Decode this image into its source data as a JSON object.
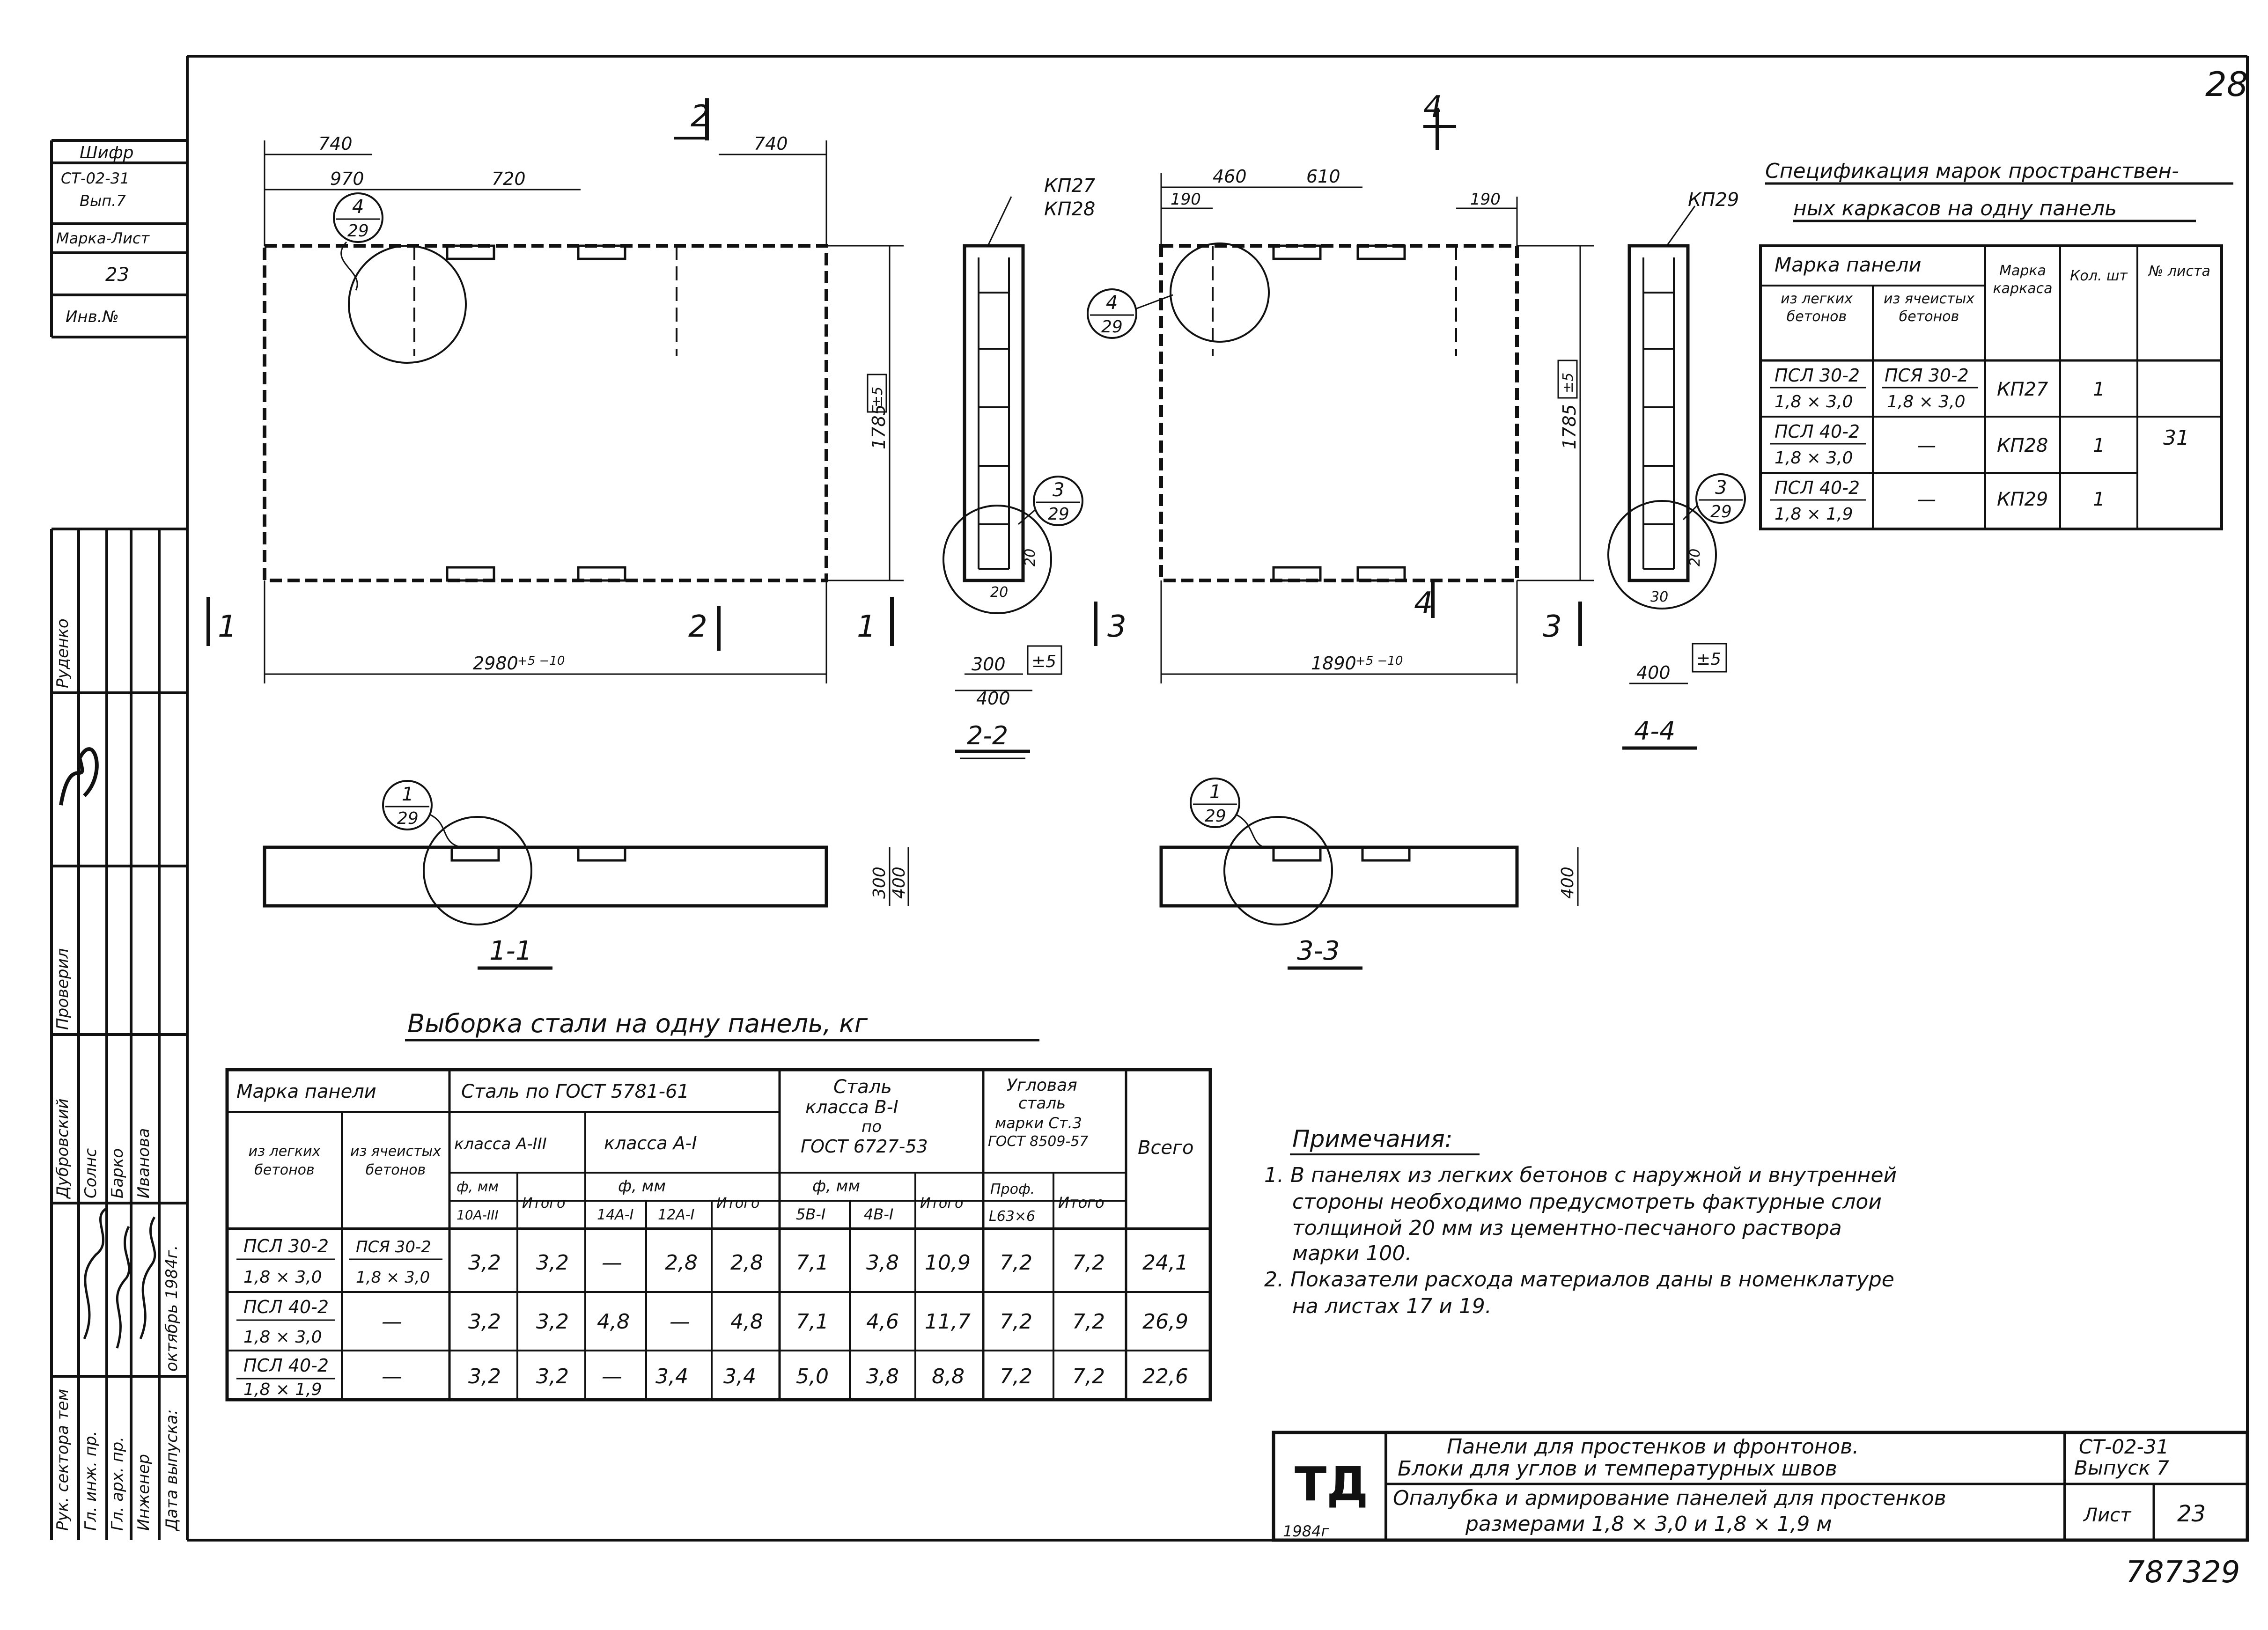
{
  "sheet_no": "28",
  "stamp_no": "787329",
  "side_stamp": {
    "cipher": "Шифр",
    "series": "СТ-02-31",
    "issue": "Вып.7",
    "mark_sheet": "Марка-Лист",
    "sheet": "23",
    "inv": "Инв.№"
  },
  "views": {
    "v1": {
      "d740a": "740",
      "d740b": "740",
      "d970": "970",
      "d720": "720",
      "h1785": "1785",
      "tol5": "±5",
      "w2980": "2980",
      "tol_w": "+5 −10"
    },
    "v3": {
      "d460": "460",
      "d610": "610",
      "d190a": "190",
      "d190b": "190",
      "h1785": "1785",
      "tol5": "±5",
      "w1890": "1890",
      "tol_w": "+5 −10"
    },
    "s22": {
      "kp27": "КП27",
      "kp28": "КП28",
      "w300": "300",
      "w400": "400",
      "tol5": "±5",
      "d20a": "20",
      "d20b": "20",
      "label": "2-2"
    },
    "s44": {
      "kp29": "КП29",
      "w400": "400",
      "tol5": "±5",
      "d20a": "20",
      "d30": "30",
      "label": "4-4"
    },
    "s11": {
      "h300": "300",
      "h400": "400",
      "label": "1-1"
    },
    "s33": {
      "h400": "400",
      "label": "3-3"
    },
    "c1": {
      "num": "1",
      "sheet": "29"
    },
    "c3": {
      "num": "3",
      "sheet": "29"
    },
    "c4": {
      "num": "4",
      "sheet": "29"
    },
    "cut1": "1",
    "cut2": "2",
    "cut3": "3",
    "cut4": "4"
  },
  "spec": {
    "title_line1": "Спецификация марок пространствен-",
    "title_line2": "ных каркасов на одну панель",
    "h_mark": "Марка панели",
    "h_light": "из легких бетонов",
    "h_cell": "из ячеистых бетонов",
    "h_frame": "Марка каркаса",
    "h_qty": "Кол. шт",
    "h_sheet": "№ листа",
    "rows": [
      {
        "light": "ПСЛ 30-2",
        "light_size": "1,8 × 3,0",
        "cell": "ПСЯ 30-2",
        "cell_size": "1,8 × 3,0",
        "frame": "КП27",
        "qty": "1"
      },
      {
        "light": "ПСЛ 40-2",
        "light_size": "1,8 × 3,0",
        "cell": "—",
        "cell_size": "",
        "frame": "КП28",
        "qty": "1"
      },
      {
        "light": "ПСЛ 40-2",
        "light_size": "1,8 × 1,9",
        "cell": "—",
        "cell_size": "",
        "frame": "КП29",
        "qty": "1"
      }
    ],
    "sheet_ref": "31"
  },
  "steel": {
    "title": "Выборка стали на одну панель, кг",
    "h_mark": "Марка панели",
    "h_light": "из легких бетонов",
    "h_cell": "из ячеистых бетонов",
    "h_gost5781": "Сталь по ГОСТ 5781-61",
    "h_class3": "класса А-III",
    "h_class1": "класса А-I",
    "h_phi": "ф, мм",
    "h_10": "10А-III",
    "h_14": "14А-I",
    "h_12": "12А-I",
    "h_total": "Итого",
    "h_b1a": "Сталь",
    "h_b1b": "класса В-I",
    "h_b1c": "по",
    "h_b1d": "ГОСТ 6727-53",
    "h_5": "5В-I",
    "h_4": "4В-I",
    "h_angle_a": "Угловая",
    "h_angle_b": "сталь",
    "h_angle_c": "марки Ст.3",
    "h_angle_d": "ГОСТ 8509-57",
    "h_prof": "Проф.",
    "h_l63": "L63×6",
    "h_all": "Всего",
    "rows": [
      {
        "light": "ПСЛ 30-2",
        "light_size": "1,8 × 3,0",
        "cell": "ПСЯ 30-2",
        "cell_size": "1,8 × 3,0",
        "a3": "3,2",
        "a3t": "3,2",
        "a14": "—",
        "a12": "2,8",
        "a1t": "2,8",
        "b5": "7,1",
        "b4": "3,8",
        "bt": "10,9",
        "l": "7,2",
        "lt": "7,2",
        "all": "24,1"
      },
      {
        "light": "ПСЛ 40-2",
        "light_size": "1,8 × 3,0",
        "cell": "—",
        "cell_size": "",
        "a3": "3,2",
        "a3t": "3,2",
        "a14": "4,8",
        "a12": "—",
        "a1t": "4,8",
        "b5": "7,1",
        "b4": "4,6",
        "bt": "11,7",
        "l": "7,2",
        "lt": "7,2",
        "all": "26,9"
      },
      {
        "light": "ПСЛ 40-2",
        "light_size": "1,8 × 1,9",
        "cell": "—",
        "cell_size": "",
        "a3": "3,2",
        "a3t": "3,2",
        "a14": "—",
        "a12": "3,4",
        "a1t": "3,4",
        "b5": "5,0",
        "b4": "3,8",
        "bt": "8,8",
        "l": "7,2",
        "lt": "7,2",
        "all": "22,6"
      }
    ]
  },
  "notes": {
    "title": "Примечания:",
    "l1": "1. В панелях из легких бетонов с наружной и внутренней",
    "l2": "стороны необходимо предусмотреть фактурные слои",
    "l3": "толщиной 20 мм из цементно-песчаного раствора",
    "l4": "марки 100.",
    "l5": "2. Показатели расхода материалов даны в номенклатуре",
    "l6": "на листах 17 и 19."
  },
  "title_block": {
    "logo": "ТД",
    "year": "1984г",
    "title_line1": "Панели для простенков и фронтонов.",
    "title_line2": "Блоки для углов и температурных швов",
    "sub_line1": "Опалубка и армирование панелей для простенков",
    "sub_line2": "размерами 1,8 × 3,0 и 1,8 × 1,9 м",
    "series": "СТ-02-31",
    "issue": "Выпуск 7",
    "sheet_label": "Лист",
    "sheet": "23"
  },
  "signatures": {
    "roles": [
      "Рук. сектора тем",
      "Гл. инж. пр.",
      "Гл. арх. пр.",
      "Инженер",
      "Дата выпуска:"
    ],
    "names": [
      "Дубровский",
      "Солнс",
      "Барко",
      "Иванова",
      "октябрь 1984г."
    ],
    "top": [
      "Руденко",
      "Проверил"
    ]
  }
}
